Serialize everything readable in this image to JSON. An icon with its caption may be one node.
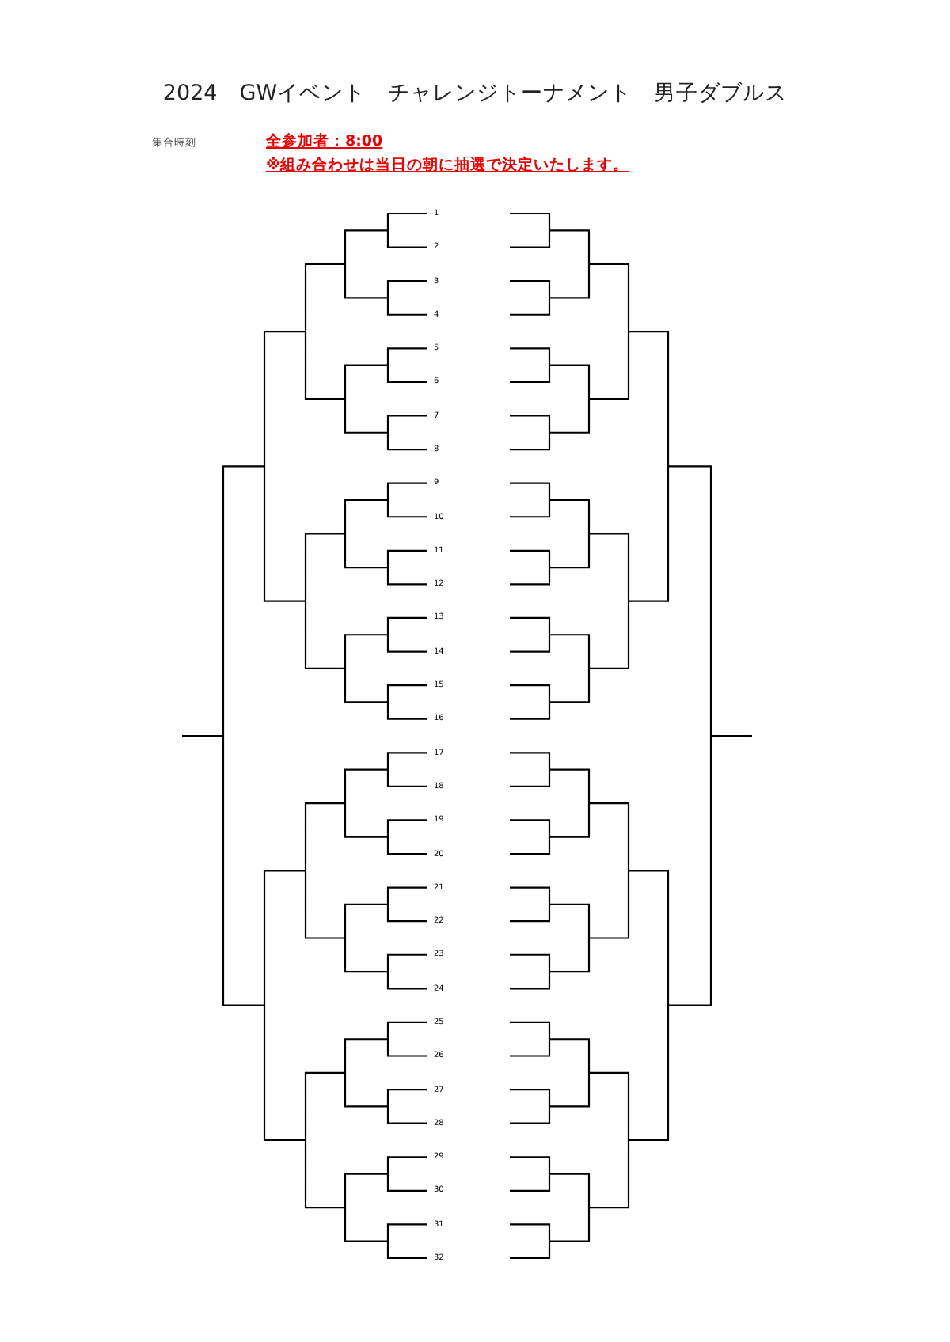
{
  "diagram": {
    "title": "2024　GWイベント　チャレンジトーナメント　男子ダブルス",
    "labels": [
      "集合時刻",
      "全参加者：8:00",
      "※組み合わせは当日の朝に抽選で決定いたします。",
      "1",
      "2",
      "3",
      "4",
      "5",
      "6",
      "7",
      "8",
      "9",
      "10",
      "11",
      "12",
      "13",
      "14",
      "15",
      "16",
      "17",
      "18",
      "19",
      "20",
      "21",
      "22",
      "23",
      "24",
      "25",
      "26",
      "27",
      "28",
      "29",
      "30",
      "31",
      "32"
    ]
  }
}
